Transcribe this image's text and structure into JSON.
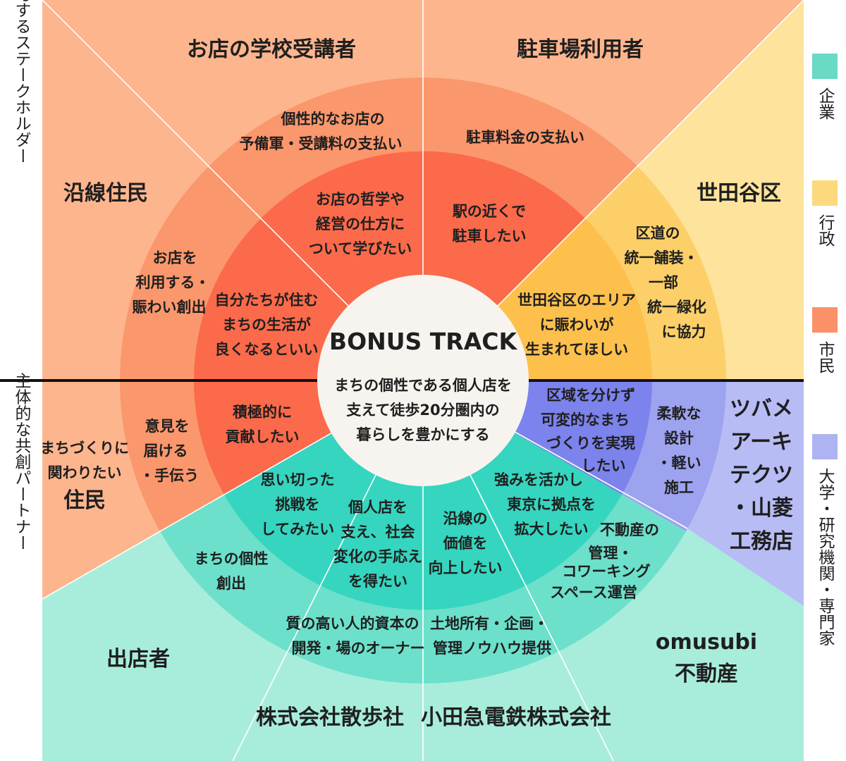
{
  "center": {
    "title": "BONUS TRACK",
    "lines": [
      "まちの個性である個人店を",
      "支えて徒歩20分圏内の",
      "暮らしを豊かにする"
    ]
  },
  "side_labels": {
    "top": "共創に関与するステークホルダー",
    "bottom": "主体的な共創パートナー"
  },
  "legend": [
    {
      "label": "企業",
      "color": "#6ad9c6"
    },
    {
      "label": "行政",
      "color": "#fcd97d"
    },
    {
      "label": "市民",
      "color": "#fa9168"
    },
    {
      "label": "大学・研究機関・専門家",
      "color": "#aeb3f2"
    }
  ],
  "stakeholders": [
    {
      "name": "お店の学校受講者",
      "outer": [
        "個性的なお店の",
        "予備軍・受講料の支払い"
      ],
      "inner": [
        "お店の哲学や",
        "経営の仕方に",
        "ついて学びたい"
      ]
    },
    {
      "name": "駐車場利用者",
      "outer": [
        "駐車料金の支払い"
      ],
      "inner": [
        "駅の近くで",
        "駐車したい"
      ]
    },
    {
      "name": "世田谷区",
      "outer": [
        "区道の",
        "統一舗装・",
        "一部",
        "統一緑化",
        "に協力"
      ],
      "inner": [
        "世田谷区のエリア",
        "に賑わいが",
        "生まれてほしい"
      ]
    },
    {
      "name": "沿線住民",
      "outer": [
        "お店を",
        "利用する・",
        "賑わい創出"
      ],
      "inner": [
        "自分たちが住む",
        "まちの生活が",
        "良くなるといい"
      ]
    }
  ],
  "partners": [
    {
      "name_lines": [
        "まちづくりに",
        "関わりたい"
      ],
      "name_main": "住民",
      "outer": [
        "意見を",
        "届ける",
        "・手伝う"
      ],
      "inner": [
        "積極的に",
        "貢献したい"
      ]
    },
    {
      "name": "出店者",
      "outer": [
        "まちの個性",
        "創出"
      ],
      "inner": [
        "思い切った",
        "挑戦を",
        "してみたい"
      ]
    },
    {
      "name": "株式会社散歩社",
      "outer": [
        "質の高い人的資本の",
        "開発・場のオーナー"
      ],
      "inner": [
        "個人店を",
        "支え、社会",
        "変化の手応え",
        "を得たい"
      ]
    },
    {
      "name": "小田急電鉄株式会社",
      "outer": [
        "土地所有・企画・",
        "管理ノウハウ提供"
      ],
      "inner": [
        "沿線の",
        "価値を",
        "向上したい"
      ]
    },
    {
      "name_lines": [
        "omusubi",
        "不動産"
      ],
      "outer": [
        "不動産の",
        "管理・",
        "コワーキング",
        "スペース運営"
      ],
      "inner": [
        "強みを活かし",
        "東京に拠点を",
        "拡大したい"
      ]
    },
    {
      "name_lines": [
        "ツバメ",
        "アーキ",
        "テクツ",
        "・山菱",
        "工務店"
      ],
      "outer": [
        "柔軟な",
        "設計",
        "・軽い",
        "施工"
      ],
      "inner": [
        "区域を分けず",
        "可変的なまち",
        "づくりを実現",
        "したい"
      ]
    }
  ]
}
